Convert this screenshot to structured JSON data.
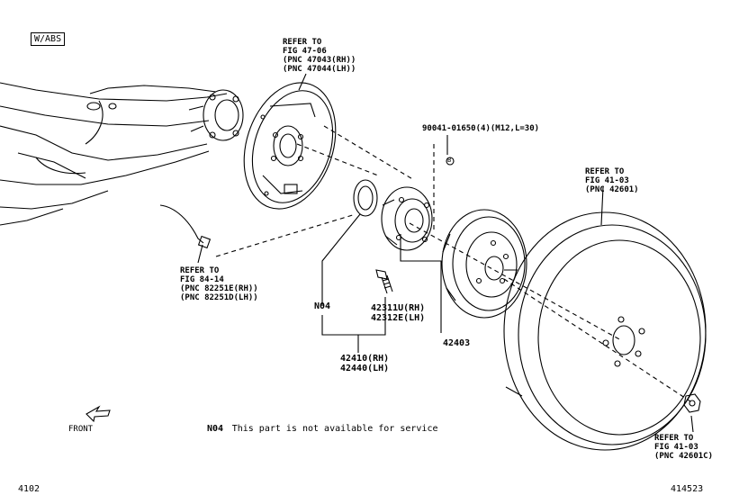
{
  "badge": "W/ABS",
  "refs": {
    "backing_plate": [
      "REFER TO",
      "FIG 47-06",
      "(PNC 47043(RH))",
      "(PNC 47044(LH))"
    ],
    "bolt_spec": "90041-01650(4)(M12,L=30)",
    "bolt_marker": "B",
    "wheel_top": [
      "REFER TO",
      "FIG 41-03",
      "(PNC 42601)"
    ],
    "sensor": [
      "REFER TO",
      "FIG 84-14",
      "(PNC 82251E(RH))",
      "(PNC 82251D(LH))"
    ],
    "nut": [
      "REFER TO",
      "FIG 41-03",
      "(PNC 42601C)"
    ]
  },
  "parts": {
    "n04": "N04",
    "stud": [
      "42311U(RH)",
      "42312E(LH)"
    ],
    "hub": [
      "42410(RH)",
      "42440(LH)"
    ],
    "drum": "42403"
  },
  "note": {
    "code": "N04",
    "text": "This part is not available for service"
  },
  "front_label": "FRONT",
  "footer": {
    "left": "4102",
    "right": "414523"
  }
}
